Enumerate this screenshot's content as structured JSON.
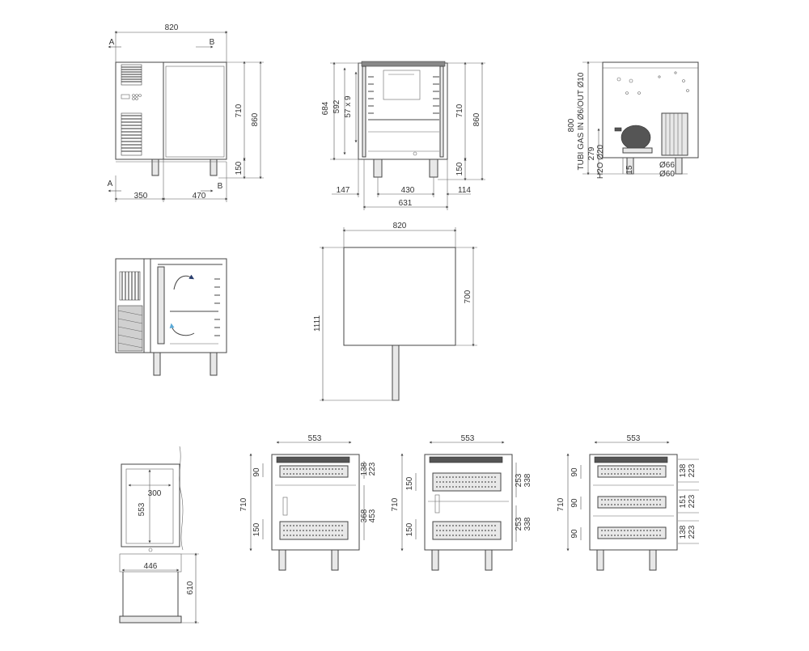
{
  "front_view": {
    "width": "820",
    "section_a_top": "A",
    "section_b_top": "B",
    "section_a_bottom": "A",
    "section_b_bottom": "B",
    "h_710": "710",
    "h_860": "860",
    "h_150": "150",
    "w_350": "350",
    "w_470": "470"
  },
  "side_section": {
    "h_684": "684",
    "h_592": "592",
    "shelves": "57 x 9",
    "h_710": "710",
    "h_860": "860",
    "h_150": "150",
    "w_147": "147",
    "w_430": "430",
    "w_114": "114",
    "w_631": "631"
  },
  "rear_view": {
    "h_800": "800",
    "tubi_gas": "TUBI GAS IN Ø6/OUT Ø10",
    "h_279": "279",
    "h2o": "H2O Ø20",
    "h_15": "15",
    "d_66": "Ø66",
    "d_60": "Ø60"
  },
  "plan_view": {
    "width": "820",
    "depth": "700",
    "total": "1111"
  },
  "tray_view": {
    "w_300": "300",
    "h_553": "553",
    "w_446": "446",
    "h_610": "610"
  },
  "drawer_views": [
    {
      "width": "553",
      "h_710": "710",
      "left_dims": [
        "90",
        "150"
      ],
      "right_dims": [
        "138",
        "223",
        "368",
        "453"
      ]
    },
    {
      "width": "553",
      "h_710": "710",
      "left_dims": [
        "150",
        "150"
      ],
      "right_dims": [
        "253",
        "338",
        "253",
        "338"
      ]
    },
    {
      "width": "553",
      "h_710": "710",
      "left_dims": [
        "90",
        "90",
        "90"
      ],
      "right_dims": [
        "138",
        "223",
        "151",
        "223",
        "138",
        "223"
      ]
    }
  ],
  "colors": {
    "airflow_out": "#2b3f6e",
    "airflow_in": "#5aaad8"
  }
}
